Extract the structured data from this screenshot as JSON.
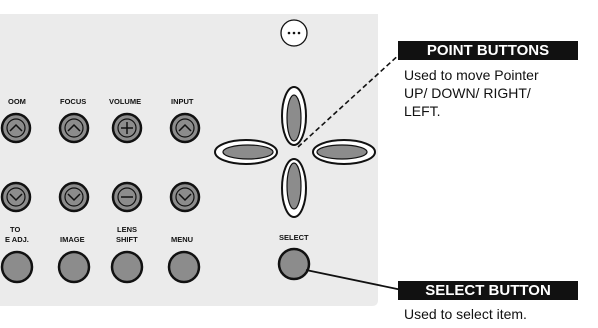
{
  "remote": {
    "top_labels": [
      "OOM",
      "FOCUS",
      "VOLUME",
      "INPUT"
    ],
    "bottom_labels": [
      {
        "lines": [
          "TO",
          "E ADJ."
        ]
      },
      {
        "lines": [
          "IMAGE"
        ]
      },
      {
        "lines": [
          "LENS",
          "SHIFT"
        ]
      },
      {
        "lines": [
          "MENU"
        ]
      }
    ],
    "select_label": "SELECT"
  },
  "callouts": {
    "point_title": "POINT BUTTONS",
    "point_desc_lines": [
      "Used to move Pointer",
      "UP/ DOWN/ RIGHT/",
      "LEFT."
    ],
    "select_title": "SELECT BUTTON",
    "select_desc": "Used to select item."
  },
  "colors": {
    "panel": "#ebebeb",
    "button": "#8c8c8c",
    "ink": "#111111"
  }
}
